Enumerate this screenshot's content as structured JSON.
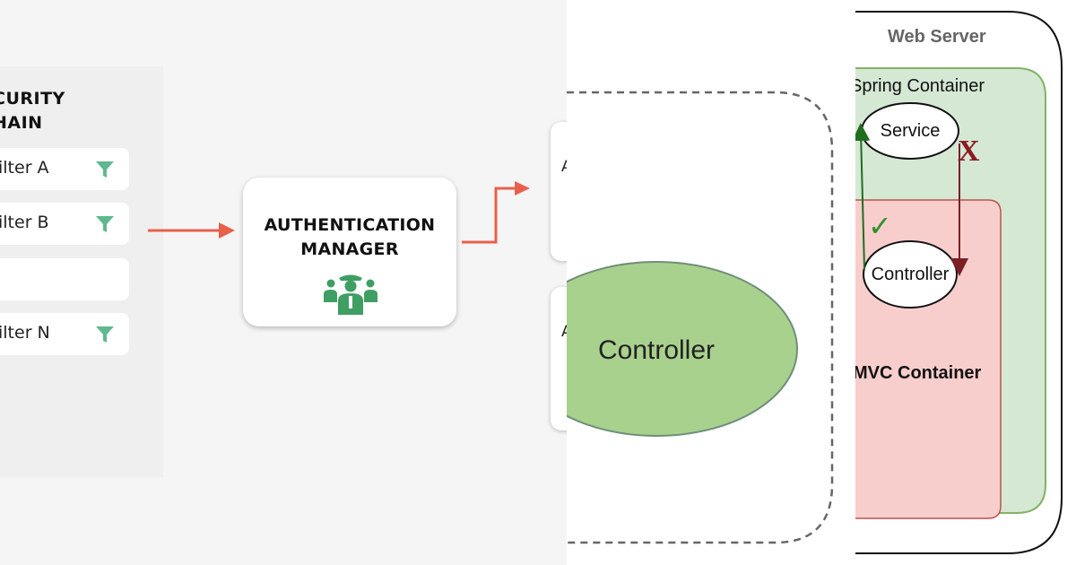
{
  "panels": {
    "left": {
      "chain_title_lines": [
        "CURITY",
        "HAIN"
      ],
      "filters": [
        "ilter A",
        "ilter B",
        "",
        "ilter N"
      ],
      "auth_manager_lines": [
        "AUTHENTICATION",
        "MANAGER"
      ],
      "filter_icon": "funnel-icon",
      "auth_icon": "security-team-icon",
      "arrow_color": "#e8604c",
      "accent_green": "#3f9e63"
    },
    "middle": {
      "controller_label": "Controller",
      "controller_fill": "#a9d18e",
      "side_box_letters": [
        "A",
        "A"
      ]
    },
    "right": {
      "web_server_label": "Web Server",
      "spring_container_label": "Spring Container",
      "service_label": "Service",
      "controller_label": "Controller",
      "mvc_container_label": "MVC Container",
      "allowed_mark": "✓",
      "denied_mark": "X",
      "spring_fill": "#d5e8d4",
      "mvc_fill": "#f8cecc"
    }
  }
}
